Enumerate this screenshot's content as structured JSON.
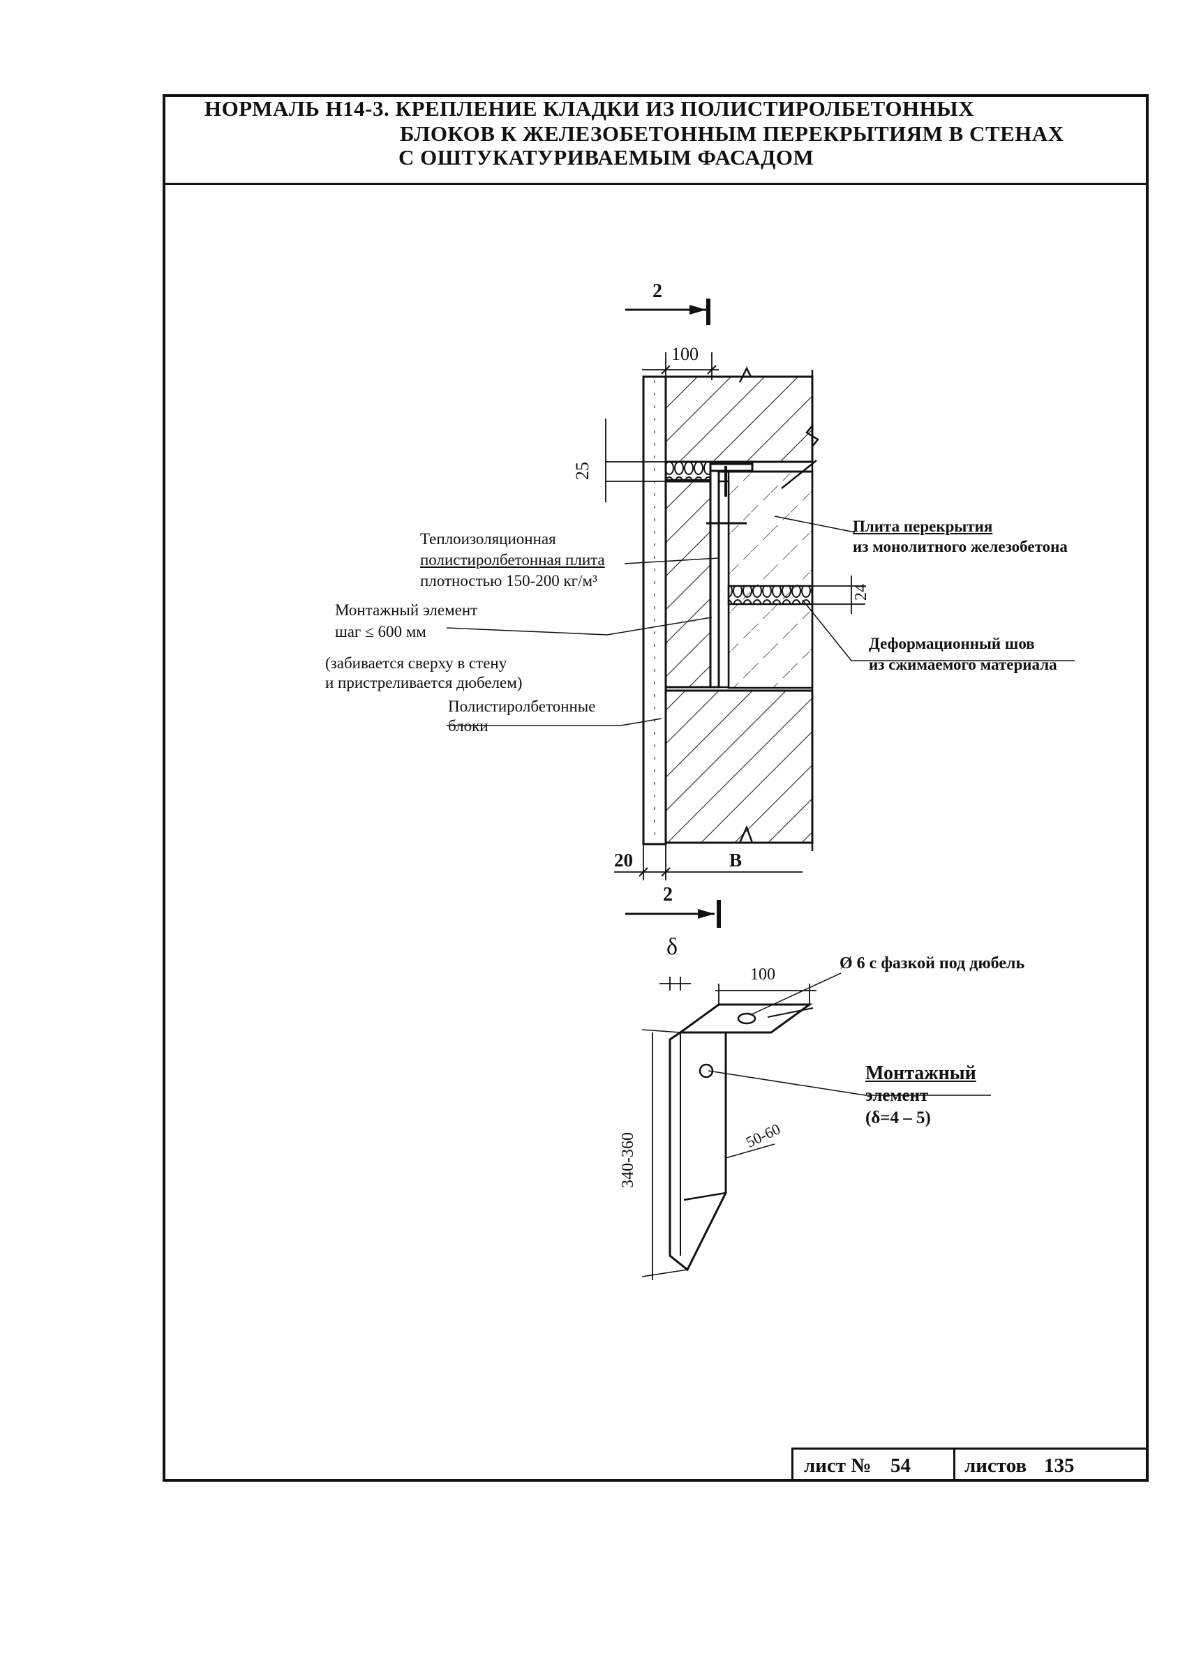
{
  "title": {
    "line1": "НОРМАЛЬ Н14-3. КРЕПЛЕНИЕ КЛАДКИ ИЗ ПОЛИСТИРОЛБЕТОННЫХ",
    "line2": "БЛОКОВ К ЖЕЛЕЗОБЕТОННЫМ ПЕРЕКРЫТИЯМ В СТЕНАХ",
    "line3": "С ОШТУКАТУРИВАЕМЫМ ФАСАДОМ"
  },
  "section": {
    "section_mark": "2",
    "dim_top": "100",
    "dim_joint": "25",
    "dim_seam": "24",
    "dim_plaster": "20",
    "dim_width": "В"
  },
  "labels": {
    "insulation": [
      "Теплоизоляционная",
      "полистиролбетонная плита",
      "плотностью 150-200 кг/м³"
    ],
    "mounting": [
      "Монтажный элемент",
      "шаг ≤ 600 мм"
    ],
    "mounting_note": [
      "(забивается сверху в стену",
      "и пристреливается дюбелем)"
    ],
    "blocks": [
      "Полистиролбетонные",
      "блоки"
    ],
    "slab": [
      "Плита перекрытия",
      "из монолитного железобетона"
    ],
    "seam": [
      "Деформационный шов",
      "из сжимаемого материала"
    ]
  },
  "detail": {
    "delta": "δ",
    "dim_top": "100",
    "hole": "Ø 6 с фазкой под дюбель",
    "name": [
      "Монтажный",
      "элемент",
      "(δ=4 – 5)"
    ],
    "dim_height": "340-360",
    "dim_width": "50-60"
  },
  "stamp": {
    "sheet_label": "лист №",
    "sheet_no": "54",
    "sheets_label": "листов",
    "sheets_total": "135"
  }
}
